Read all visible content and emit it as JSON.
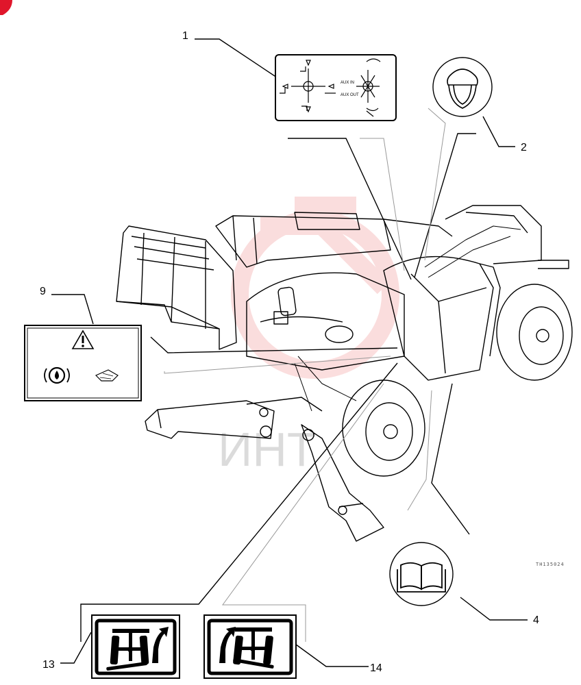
{
  "callouts": {
    "c1": "1",
    "c2": "2",
    "c4": "4",
    "c9": "9",
    "c13": "13",
    "c14": "14"
  },
  "decal1": {
    "aux_in": "AUX IN",
    "aux_out": "AUX OUT"
  },
  "drawing_ref": "TH135024",
  "watermark": {
    "text": "ИНТ",
    "color": "#e84a4a"
  },
  "icons": {
    "decal1": "joystick-controls-icon",
    "decal2": "hard-hat-icon",
    "decal4": "read-manual-book-icon",
    "decal9": "warning-brake-manual-icon",
    "decal13": "steering-mode-left-icon",
    "decal14": "steering-mode-right-icon"
  }
}
